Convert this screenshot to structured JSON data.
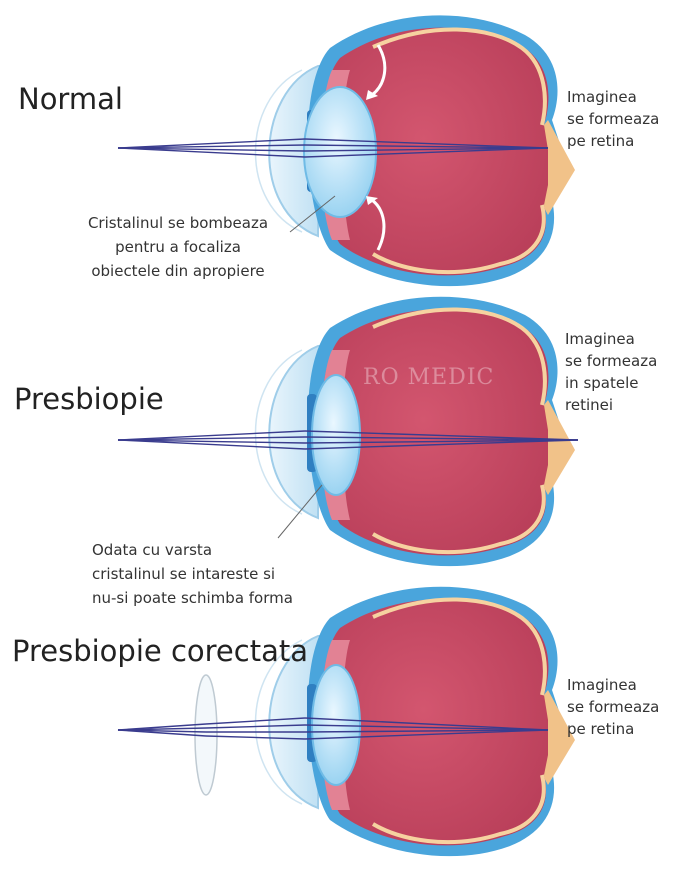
{
  "panels": [
    {
      "title": [
        "Normal"
      ],
      "side": [
        "Imaginea",
        "se formeaza",
        "pe retina"
      ],
      "caption": [
        "Cristalinul se bombeaza",
        "pentru a focaliza",
        "obiectele din apropiere"
      ]
    },
    {
      "title": [
        "Presbiopie"
      ],
      "side": [
        "Imaginea",
        "se formeaza",
        "in spatele",
        "retinei"
      ],
      "caption": [
        "Odata cu varsta",
        "cristalinul se intareste si",
        "nu-si poate schimba forma"
      ]
    },
    {
      "title": [
        "Presbiopie",
        "corectata"
      ],
      "side": [
        "Imaginea",
        "se formeaza",
        "pe retina"
      ]
    }
  ],
  "watermark": "RO MEDIC",
  "colors": {
    "sclera": "#4aa5dc",
    "eyeball": "#c54760",
    "lens": "#b9e1f6",
    "ray": "#3a3c8e",
    "optic_nerve": "#f1c289"
  }
}
